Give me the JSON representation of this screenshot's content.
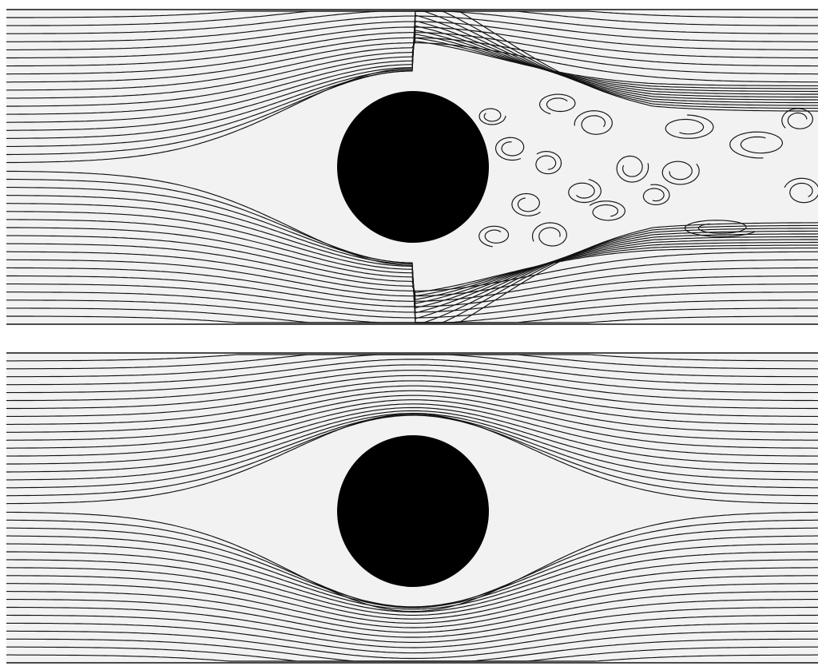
{
  "figure": {
    "panels": [
      {
        "id": "turbulent-wake",
        "flow": "turbulent-wake",
        "obstacle": "circle",
        "streamline_count": 38
      },
      {
        "id": "laminar-potential-flow",
        "flow": "potential",
        "obstacle": "circle",
        "streamline_count": 38
      }
    ],
    "colors": {
      "background": "#ffffff",
      "channel": "#f2f2f2",
      "streamline": "#111111",
      "obstacle": "#000000"
    }
  }
}
